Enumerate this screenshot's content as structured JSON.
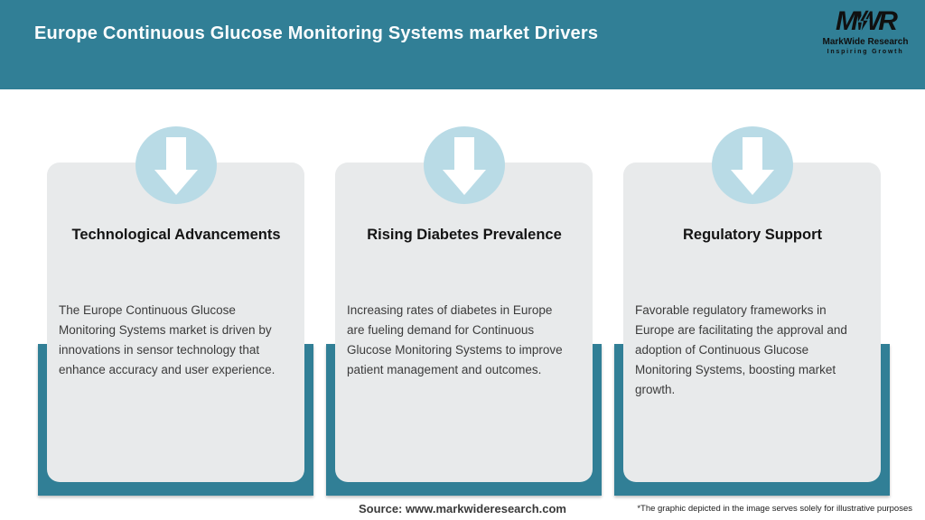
{
  "header": {
    "title": "Europe Continuous Glucose Monitoring Systems market Drivers",
    "background_color": "#317f96",
    "logo": {
      "monogram": "MWR",
      "name": "MarkWide Research",
      "tagline": "Inspiring Growth"
    }
  },
  "cards": [
    {
      "icon": "down-arrow-icon",
      "title": "Technological Advancements",
      "body": "The Europe Continuous Glucose\nMonitoring Systems market is driven by\ninnovations in sensor technology that\nenhance accuracy and user experience."
    },
    {
      "icon": "down-arrow-icon",
      "title": "Rising Diabetes Prevalence",
      "body": "Increasing rates of diabetes in Europe\nare fueling demand for Continuous\nGlucose Monitoring Systems to improve\npatient management and outcomes."
    },
    {
      "icon": "down-arrow-icon",
      "title": "Regulatory Support",
      "body": "Favorable regulatory frameworks in\nEurope are facilitating the approval and\nadoption of Continuous Glucose\nMonitoring Systems, boosting market\ngrowth."
    }
  ],
  "footer": {
    "source": "Source: www.markwideresearch.com",
    "disclaimer": "*The graphic depicted in the image serves solely for illustrative purposes"
  },
  "colors": {
    "teal": "#317f96",
    "circle_blue": "#b9dbe6",
    "card_gray": "#e8eaeb"
  }
}
